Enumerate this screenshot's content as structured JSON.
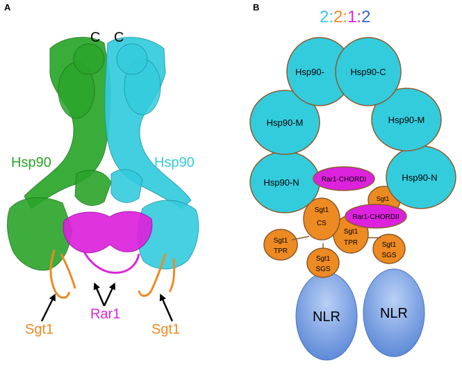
{
  "panel_a": {
    "letter": "A",
    "c_left": "C",
    "c_right": "C",
    "hsp90_left": "Hsp90",
    "hsp90_right": "Hsp90",
    "sgt1_left": "Sgt1",
    "rar1": "Rar1",
    "sgt1_right": "Sgt1"
  },
  "panel_b": {
    "letter": "B",
    "ratio": {
      "parts": [
        {
          "text": "2",
          "color": "#33ccee"
        },
        {
          "text": ":",
          "color": "#33ccee"
        },
        {
          "text": "2",
          "color": "#ee8a22"
        },
        {
          "text": ":",
          "color": "#ee8a22"
        },
        {
          "text": "1",
          "color": "#dd22dd"
        },
        {
          "text": ":",
          "color": "#dd22dd"
        },
        {
          "text": "2",
          "color": "#3366cc"
        }
      ]
    },
    "hsp90_c_left": "Hsp90-",
    "hsp90_c_right": "Hsp90-C",
    "hsp90_m_left": "Hsp90-M",
    "hsp90_m_right": "Hsp90-M",
    "hsp90_n_left": "Hsp90-N",
    "hsp90_n_right": "Hsp90-N",
    "chord1": "Rar1-CHORDI",
    "chord2": "Rar1-CHORDII",
    "sgt1_cs_left_1": "Sgt1",
    "sgt1_cs_left_2": "CS",
    "sgt1_cs_right_partial": "Sgt1",
    "sgt1_tpr_mid_1": "Sgt1",
    "sgt1_tpr_mid_2": "TPR",
    "sgt1_tpr_left_1": "Sgt1",
    "sgt1_tpr_left_2": "TPR",
    "sgt1_sgs_left_1": "Sgt1",
    "sgt1_sgs_left_2": "SGS",
    "sgt1_sgs_right_1": "Sgt1",
    "sgt1_sgs_right_2": "SGS",
    "nlr_left": "NLR",
    "nlr_right": "NLR"
  },
  "colors": {
    "hsp90_green": "#2aa52a",
    "hsp90_cyan": "#33ccdd",
    "rar1_magenta": "#dd22dd",
    "sgt1_orange": "#ee8a22",
    "nlr_blue": "#6f9ae0",
    "oval_border": "#8b5a2b"
  }
}
